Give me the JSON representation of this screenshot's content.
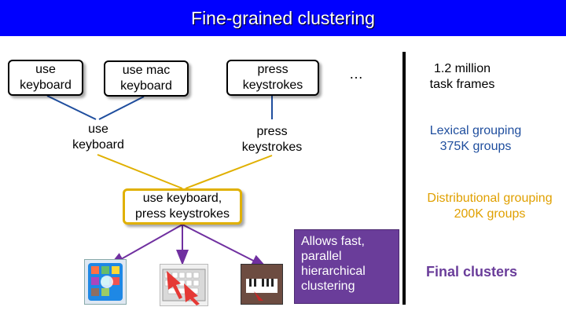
{
  "title": "Fine-grained clustering",
  "top_boxes": [
    {
      "label": "use\nkeyboard"
    },
    {
      "label": "use mac\nkeyboard"
    },
    {
      "label": "press\nkeystrokes"
    }
  ],
  "ellipsis": "…",
  "level2": [
    {
      "label": "use\nkeyboard"
    },
    {
      "label": "press\nkeystrokes"
    }
  ],
  "final": {
    "label": "use keyboard,\npress keystrokes"
  },
  "note": "Allows fast,\nparallel\nhierarchical\nclustering",
  "right": {
    "frames": "1.2 million\ntask frames",
    "lexical": "Lexical grouping\n375K groups",
    "distributional": "Distributional grouping\n200K groups",
    "final": "Final clusters"
  },
  "thumbnails": [
    {
      "icon": "phone-app-grid-icon"
    },
    {
      "icon": "keyboard-icon"
    },
    {
      "icon": "piano-keyboard-icon"
    }
  ],
  "colors": {
    "title_bar": "#0000ff",
    "lexical": "#1f4e9e",
    "distributional": "#e0a000",
    "final": "#6a3d9a",
    "arrow": "#7030a0"
  }
}
